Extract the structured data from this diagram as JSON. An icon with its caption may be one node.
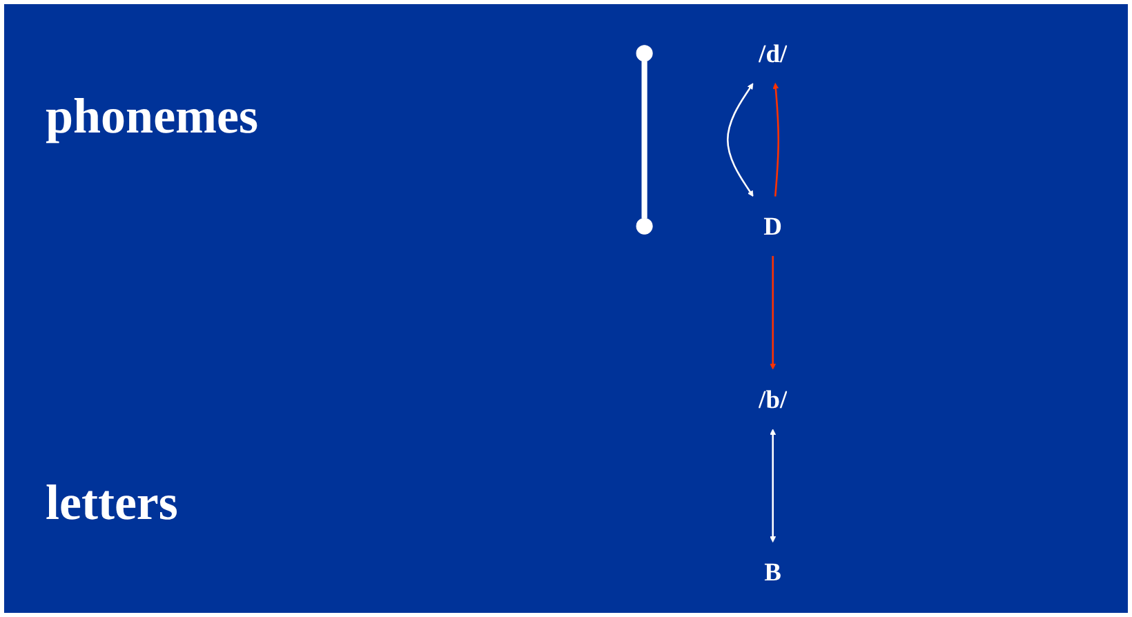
{
  "diagram": {
    "nodes": [
      {
        "text": [
          "/d/"
        ]
      },
      {
        "text": [],
        "shape": "circle"
      },
      {
        "text": [],
        "shape": "circle"
      },
      {
        "text": [
          "/b/"
        ]
      },
      {
        "text": [
          "D"
        ]
      },
      {
        "text": [
          "B"
        ]
      }
    ],
    "edges": [
      {
        "from": 1,
        "to": 2,
        "arrow": "none",
        "style": "thick"
      },
      {
        "from": 0,
        "to": 4,
        "arrow": "both"
      },
      {
        "from": 4,
        "to": 0,
        "arrow": "to",
        "color": "#ff3300"
      },
      {
        "from": 4,
        "to": 3,
        "arrow": "to",
        "color": "#ff3300"
      },
      {
        "from": 3,
        "to": 5,
        "arrow": "both"
      }
    ],
    "labels": [
      "phonemes",
      "letters"
    ]
  }
}
